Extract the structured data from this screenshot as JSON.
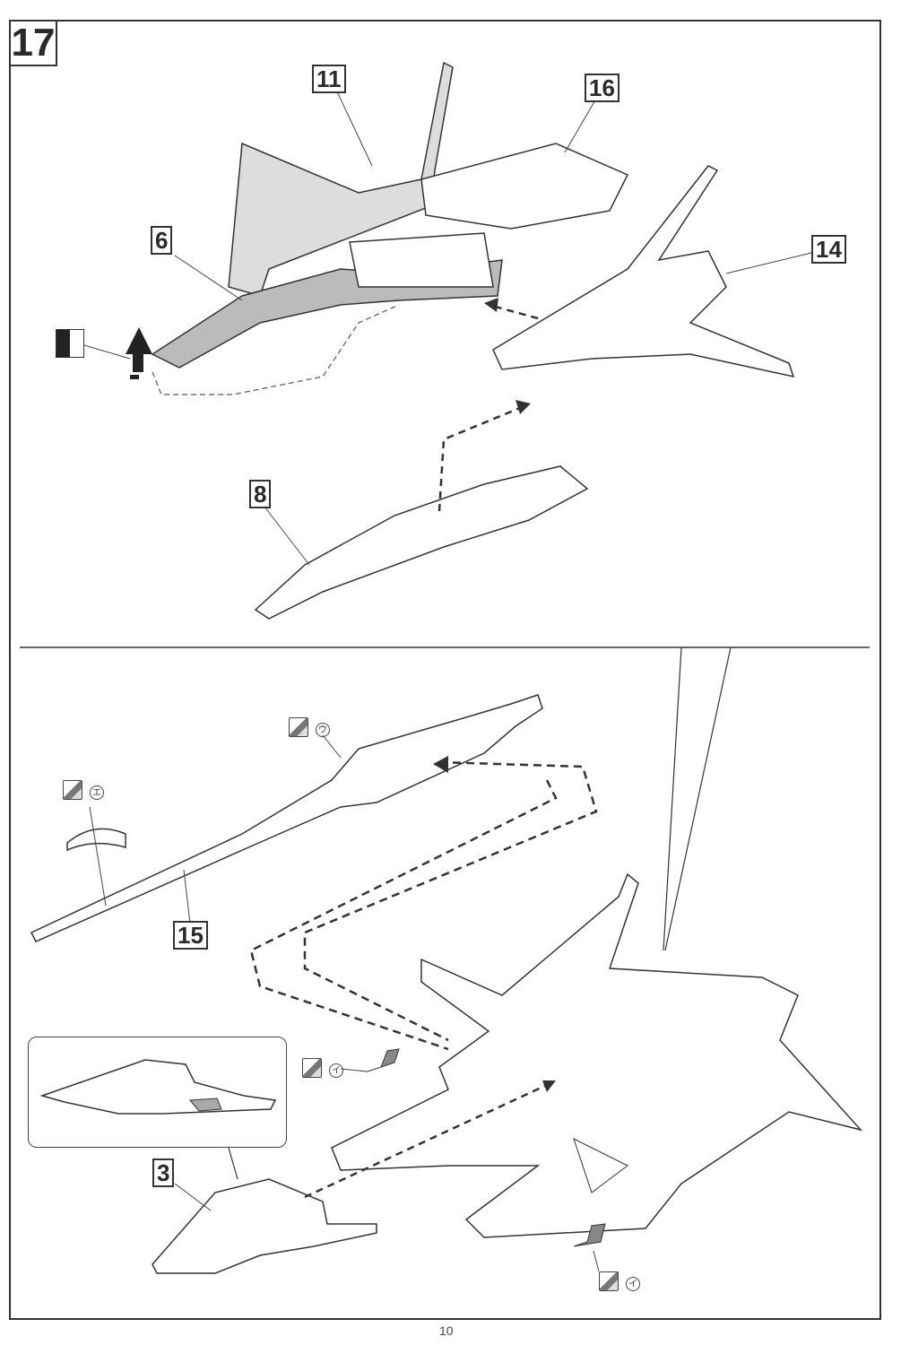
{
  "step_number": "17",
  "page_number": "10",
  "part_labels": [
    {
      "id": "part-11",
      "label": "11"
    },
    {
      "id": "part-16",
      "label": "16"
    },
    {
      "id": "part-6",
      "label": "6"
    },
    {
      "id": "part-14",
      "label": "14"
    },
    {
      "id": "part-8",
      "label": "8"
    },
    {
      "id": "part-15",
      "label": "15"
    },
    {
      "id": "part-3",
      "label": "3"
    }
  ],
  "sticker_tags": [
    {
      "id": "sticker-u",
      "label": "ウ"
    },
    {
      "id": "sticker-e",
      "label": "エ"
    },
    {
      "id": "sticker-i-1",
      "label": "イ"
    },
    {
      "id": "sticker-i-2",
      "label": "イ"
    }
  ],
  "icons": {
    "detach": "detach-icon",
    "sticker": "sticker-icon",
    "arrow": "arrow-up-icon"
  }
}
